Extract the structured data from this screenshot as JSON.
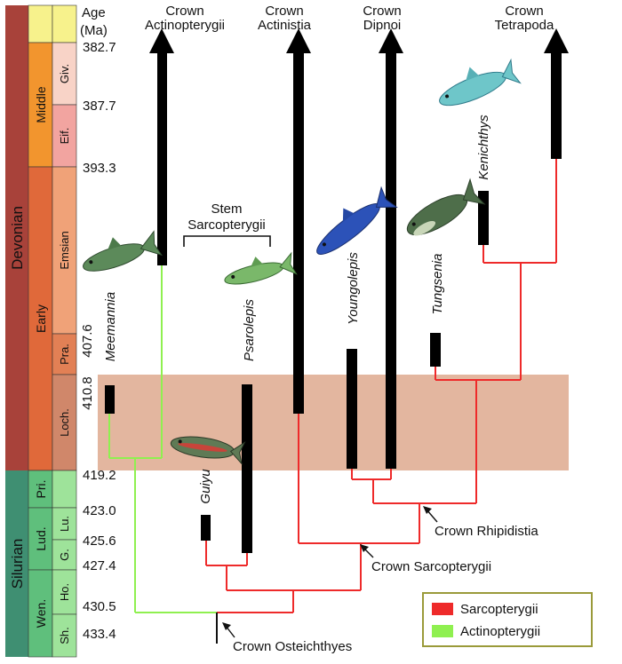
{
  "header": {
    "age_line1": "Age",
    "age_line2": "(Ma)"
  },
  "ages": [
    "382.7",
    "387.7",
    "393.3",
    "407.6",
    "410.8",
    "419.2",
    "423.0",
    "425.6",
    "427.4",
    "430.5",
    "433.4"
  ],
  "periods": [
    "Devonian",
    "Silurian"
  ],
  "epochs": [
    "Middle",
    "Early",
    "Wen.",
    "Lud.",
    "Pri."
  ],
  "stages": [
    "Giv.",
    "Eif.",
    "Emsian",
    "Pra.",
    "Loch.",
    "Lu.",
    "G.",
    "Ho.",
    "Sh."
  ],
  "crown_groups": [
    {
      "line1": "Crown",
      "line2": "Actinopterygii"
    },
    {
      "line1": "Crown",
      "line2": "Actinistia"
    },
    {
      "line1": "Crown",
      "line2": "Dipnoi"
    },
    {
      "line1": "Crown",
      "line2": "Tetrapoda"
    }
  ],
  "stem_label": {
    "line1": "Stem",
    "line2": "Sarcopterygii"
  },
  "taxa": [
    "Meemannia",
    "Psarolepis",
    "Youngolepis",
    "Tungsenia",
    "Kenichthys",
    "Guiyu"
  ],
  "nodes": [
    "Crown Rhipidistia",
    "Crown Sarcopterygii",
    "Crown Osteichthyes"
  ],
  "legend": [
    {
      "label": "Sarcopterygii",
      "color": "#ee2a2a"
    },
    {
      "label": "Actinopterygii",
      "color": "#8ff050"
    }
  ],
  "colors": {
    "devonian": "#a8423a",
    "silurian": "#3f8f72",
    "middle": "#f2952e",
    "early_devonian": "#e0693a",
    "epoch_silurian": "#5fbf7c",
    "stage_silurian": "#9ee39a",
    "giv": "#f8d3c7",
    "eif": "#f2a4a0",
    "emsian": "#f0a278",
    "pra": "#e28055",
    "loch": "#d0876a",
    "top_band": "#f7f28c",
    "highlight_band": "#d89a7a",
    "sarcopterygii": "#ee2a2a",
    "actinopterygii": "#8ff050",
    "legend_border": "#9a9a3a"
  },
  "fish_icons": [
    "meemannia-fish-icon",
    "psarolepis-fish-icon",
    "youngolepis-fish-icon",
    "tungsenia-fish-icon",
    "kenichthys-fish-icon",
    "guiyu-fish-icon"
  ]
}
